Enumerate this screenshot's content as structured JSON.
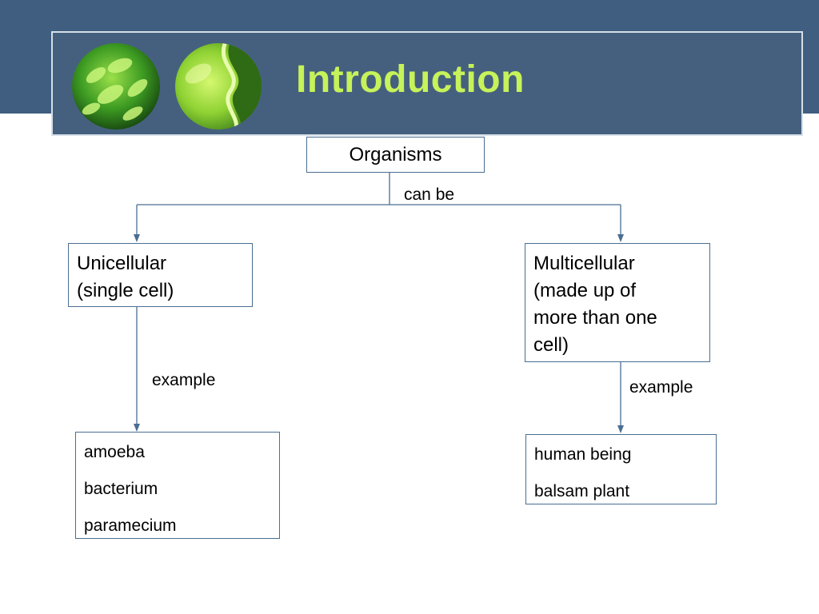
{
  "slide": {
    "title": "Introduction"
  },
  "diagram": {
    "root": "Organisms",
    "root_relation": "can be",
    "left_branch": {
      "label_line1": "Unicellular",
      "label_line2": "(single cell)",
      "relation": "example",
      "examples": [
        "amoeba",
        "bacterium",
        "paramecium"
      ]
    },
    "right_branch": {
      "label_lines": [
        "Multicellular",
        "(made up of",
        "more than one",
        "cell)"
      ],
      "relation": "example",
      "examples": [
        "human being",
        "balsam plant"
      ]
    }
  },
  "colors": {
    "header_background": "#3f5e80",
    "title_color": "#c6f25a",
    "connector_color": "#4a6e92",
    "box_border": "#4a6e92"
  },
  "icons": [
    "green-leaf-cell-logo",
    "green-plant-cell-logo"
  ]
}
